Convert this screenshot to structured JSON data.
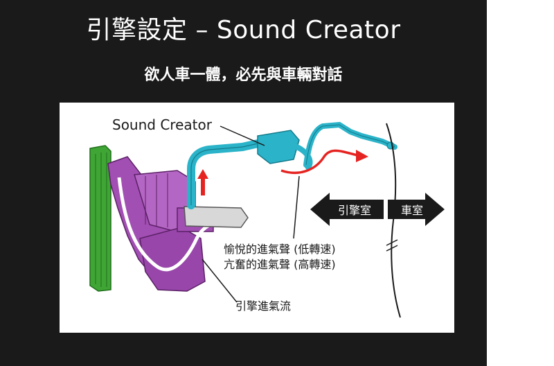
{
  "slide": {
    "title": "引擎設定 – Sound Creator",
    "subtitle": "欲人車一體，必先與車輛對話"
  },
  "diagram": {
    "sound_creator_label": "Sound Creator",
    "engine_airflow_label": "引擎進氣流",
    "pleasant_intake_label": "愉悅的進氣聲 (低轉速)",
    "exciting_intake_label": "亢奮的進氣聲 (高轉速)",
    "engine_bay_label": "引擎室",
    "cabin_label": "車室"
  },
  "colors": {
    "background": "#1a1a1a",
    "radiator": "#3fa535",
    "airbox": "#a24fb3",
    "duct": "#2bb3c9",
    "arrow_red": "#e52421",
    "arrow_black": "#1a1a1a"
  }
}
